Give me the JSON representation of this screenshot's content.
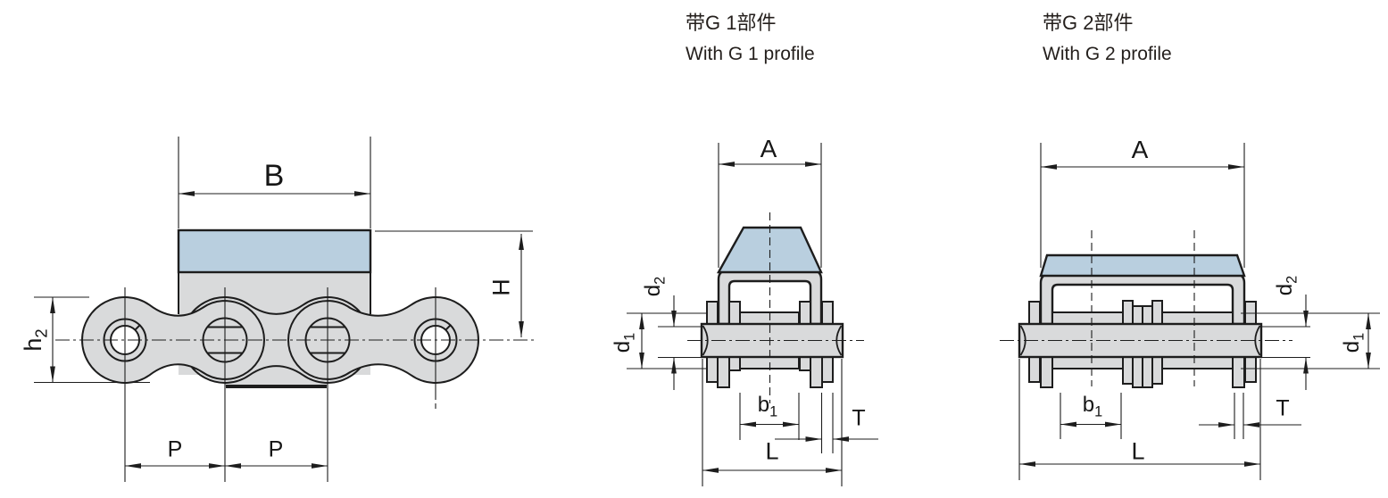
{
  "colors": {
    "profile_blue": "#b9cfdf",
    "metal_gray": "#d9dadb",
    "line": "#1d1d1d",
    "background": "#ffffff"
  },
  "side": {
    "dims": {
      "B": "B",
      "H": "H",
      "h2": {
        "base": "h",
        "sub": "2"
      },
      "P_left": "P",
      "P_right": "P"
    }
  },
  "g1": {
    "title_zh": "带G 1部件",
    "title_en": "With G 1 profile",
    "dims": {
      "A": "A",
      "d2": {
        "base": "d",
        "sub": "2"
      },
      "d1": {
        "base": "d",
        "sub": "1"
      },
      "b1": {
        "base": "b",
        "sub": "1"
      },
      "T": "T",
      "L": "L"
    }
  },
  "g2": {
    "title_zh": "带G 2部件",
    "title_en": "With G 2 profile",
    "dims": {
      "A": "A",
      "d2": {
        "base": "d",
        "sub": "2"
      },
      "d1": {
        "base": "d",
        "sub": "1"
      },
      "b1": {
        "base": "b",
        "sub": "1"
      },
      "T": "T",
      "L": "L"
    }
  }
}
